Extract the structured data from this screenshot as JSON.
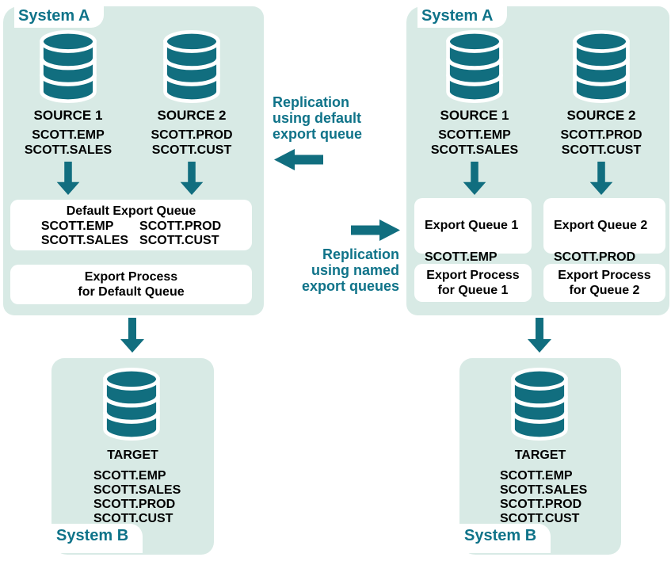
{
  "colors": {
    "panel_background": "#d8eae5",
    "teal_fill": "#116e7f",
    "teal_text": "#0f7389",
    "box_background": "#ffffff",
    "body_text": "#000000"
  },
  "panels": {
    "left_system_a": {
      "label": "System A",
      "sources": [
        {
          "name": "SOURCE 1",
          "tables": "SCOTT.EMP\nSCOTT.SALES"
        },
        {
          "name": "SOURCE 2",
          "tables": "SCOTT.PROD\nSCOTT.CUST"
        }
      ],
      "queue": {
        "title": "Default Export Queue",
        "col1": "SCOTT.EMP\nSCOTT.SALES",
        "col2": "SCOTT.PROD\nSCOTT.CUST"
      },
      "process": "Export Process\nfor Default Queue"
    },
    "right_system_a": {
      "label": "System A",
      "sources": [
        {
          "name": "SOURCE 1",
          "tables": "SCOTT.EMP\nSCOTT.SALES"
        },
        {
          "name": "SOURCE 2",
          "tables": "SCOTT.PROD\nSCOTT.CUST"
        }
      ],
      "queues": [
        {
          "title": "Export Queue 1",
          "tables": "SCOTT.EMP\nSCOTT.SALES"
        },
        {
          "title": "Export Queue 2",
          "tables": "SCOTT.PROD\nSCOTT.CUST"
        }
      ],
      "processes": [
        "Export Process\nfor Queue 1",
        "Export Process\nfor Queue 2"
      ]
    },
    "left_system_b": {
      "label": "System B",
      "target": "TARGET",
      "tables": "SCOTT.EMP\nSCOTT.SALES\nSCOTT.PROD\nSCOTT.CUST"
    },
    "right_system_b": {
      "label": "System B",
      "target": "TARGET",
      "tables": "SCOTT.EMP\nSCOTT.SALES\nSCOTT.PROD\nSCOTT.CUST"
    }
  },
  "annotations": {
    "default_queue": "Replication\nusing default\nexport queue",
    "named_queues": "Replication\nusing named\nexport queues"
  }
}
